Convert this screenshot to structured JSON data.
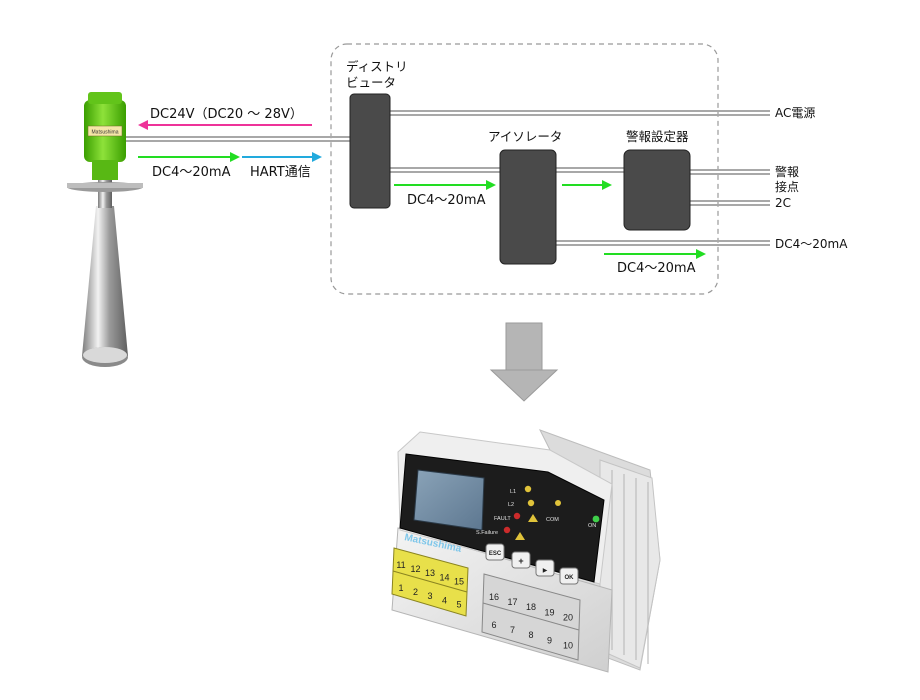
{
  "labels": {
    "distributor": [
      "ディストリ",
      "ビュータ"
    ],
    "isolator": "アイソレータ",
    "alarm_setter": "警報設定器",
    "ac_power": "AC電源",
    "alarm_contact": [
      "警報",
      "接点"
    ],
    "contact_2c": "2C",
    "dc_out": "DC4～20mA",
    "dc24v": "DC24V（DC20 ～ 28V）",
    "dc_sensor": "DC4～20mA",
    "hart": "HART通信",
    "dc_to_isolator": "DC4～20mA",
    "dc_lower": "DC4～20mA"
  },
  "device": {
    "brand": "Matsushima",
    "leds": [
      "L1",
      "L2",
      "FAULT",
      "S.Failure"
    ],
    "com": "COM",
    "on": "ON",
    "buttons": [
      "ESC",
      "+",
      "▶",
      "OK"
    ],
    "terminals_yellow_top": [
      "11",
      "12",
      "13",
      "14",
      "15"
    ],
    "terminals_yellow_bottom": [
      "1",
      "2",
      "3",
      "4",
      "5"
    ],
    "terminals_gray_top": [
      "16",
      "17",
      "18",
      "19",
      "20"
    ],
    "terminals_gray_bottom": [
      "6",
      "7",
      "8",
      "9",
      "10"
    ]
  },
  "sensor": {
    "logo": "Matsushima"
  },
  "colors": {
    "box": "#4a4a4a",
    "green_arrow": "#22dd22",
    "magenta_arrow": "#ee3399",
    "blue_arrow": "#22aadd",
    "big_arrow": "#b5b5b5"
  }
}
